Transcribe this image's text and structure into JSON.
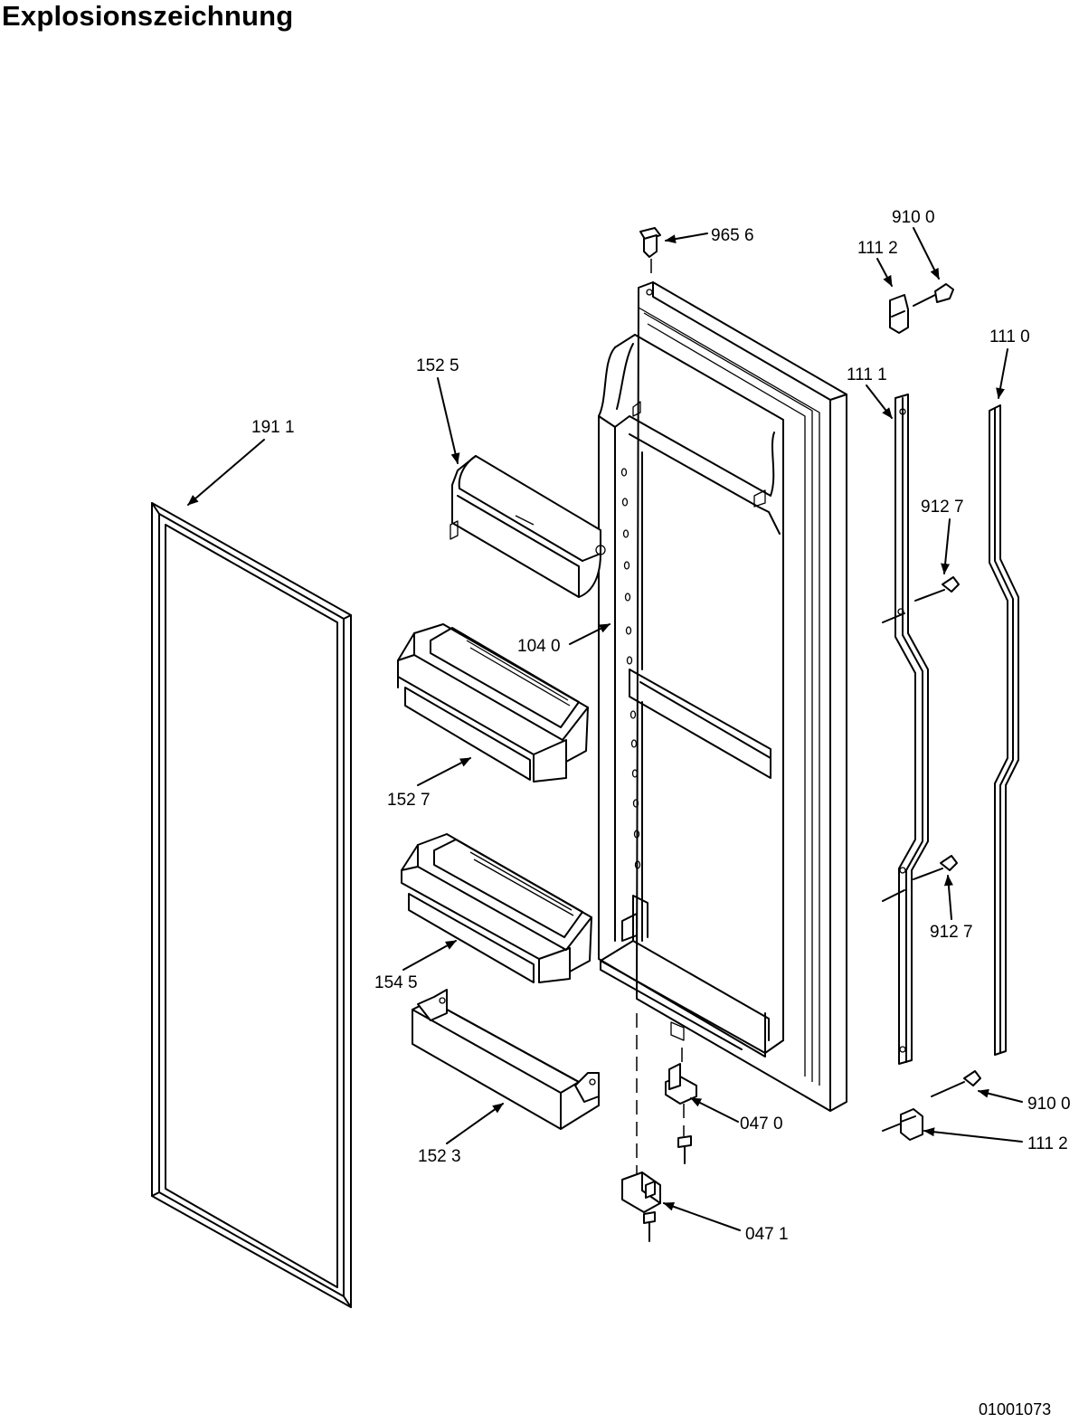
{
  "title": "Explosionszeichnung",
  "document_id": "01001073",
  "part_labels": {
    "p9656": "965 6",
    "p9100_top": "910 0",
    "p1112_top": "111 2",
    "p1110": "111 0",
    "p1111": "111 1",
    "p1525": "152 5",
    "p1911": "191 1",
    "p9127_top": "912 7",
    "p1040": "104 0",
    "p1527": "152 7",
    "p9127_bottom": "912 7",
    "p1545": "154 5",
    "p9100_bottom": "910 0",
    "p0470": "047 0",
    "p1112_bottom": "111 2",
    "p1523": "152 3",
    "p0471": "047 1"
  }
}
